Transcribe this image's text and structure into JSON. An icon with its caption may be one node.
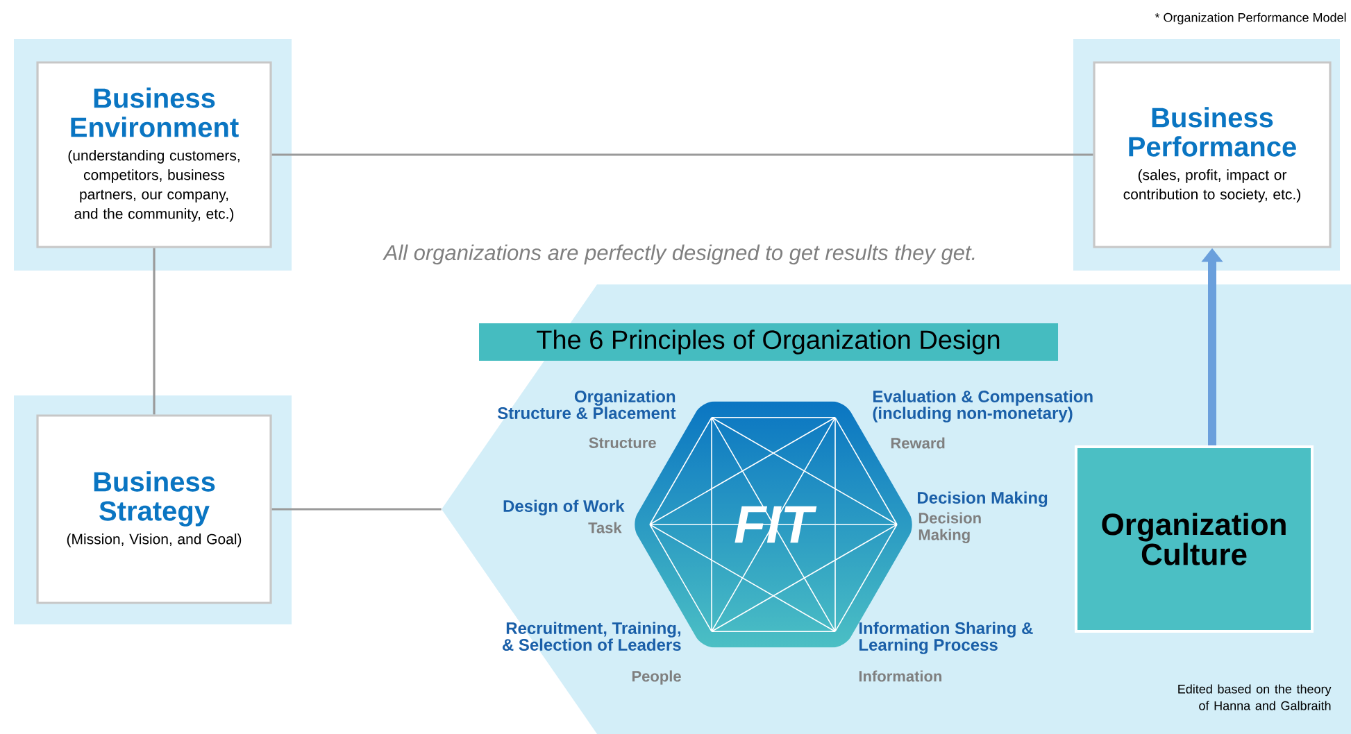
{
  "diagram": {
    "nodes": [
      {
        "text": [
          "Business Environment",
          "(understanding customers, competitors, business partners, our company, and the community, etc.)"
        ]
      },
      {
        "text": [
          "Business Performance",
          "(sales, profit, impact or contribution to society, etc.)"
        ]
      },
      {
        "text": [
          "Business Strategy",
          "(Mission, Vision, and Goal)"
        ]
      },
      {
        "text": [
          "The 6 Principles of Organization Design"
        ]
      },
      {
        "text": [
          "FIT"
        ],
        "in": 3
      },
      {
        "text": [
          "Organization Culture"
        ],
        "in": 3
      }
    ],
    "edges": [
      {
        "from": 0,
        "to": 1,
        "arrow": "none"
      },
      {
        "from": 0,
        "to": 2,
        "arrow": "none"
      },
      {
        "from": 2,
        "to": 3,
        "arrow": "none"
      },
      {
        "from": 5,
        "to": 1,
        "arrow": "to",
        "style": "thick",
        "color": "#6a9fdc"
      }
    ],
    "labels": [
      "* Organization Performance Model",
      "All organizations are perfectly designed to get results they get.",
      "Organization Structure & Placement",
      "Structure",
      "Evaluation & Compensation (including non-monetary)",
      "Reward",
      "Design of Work",
      "Task",
      "Decision Making",
      "Decision Making",
      "Recruitment, Training, & Selection of Leaders",
      "People",
      "Information Sharing & Learning Process",
      "Information",
      "Edited based on the theory of Hanna and Galbraith"
    ]
  }
}
